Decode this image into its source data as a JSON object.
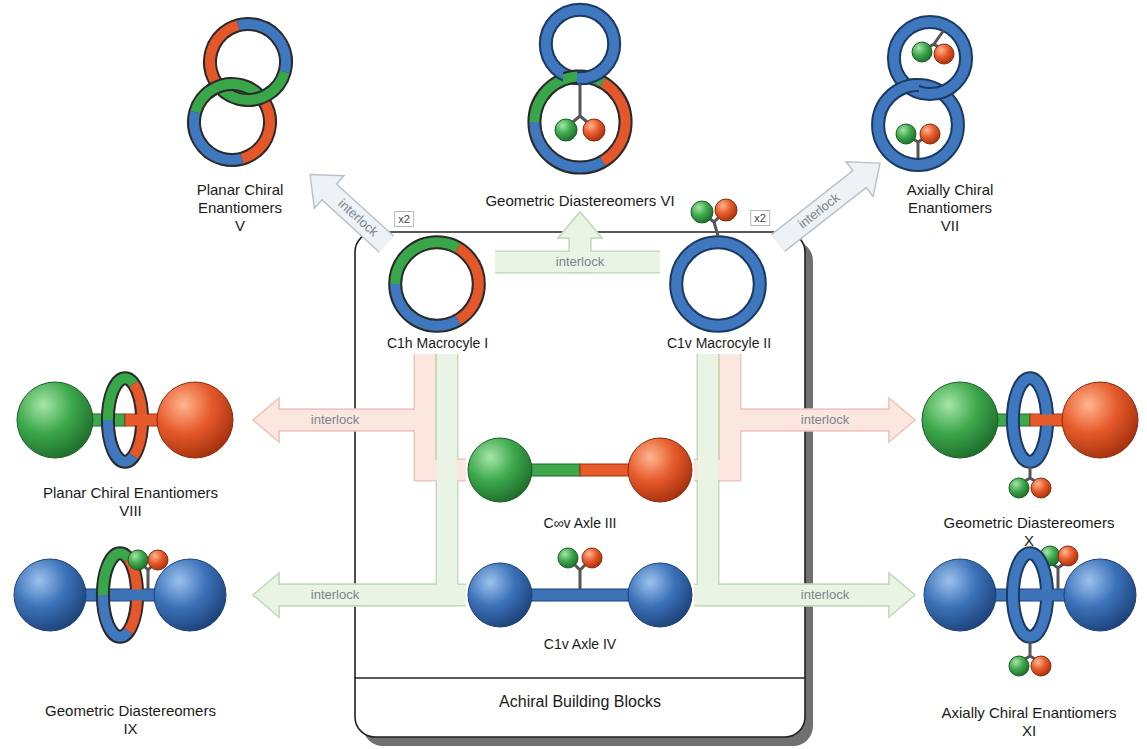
{
  "diagram": {
    "nodes": [
      {
        "text": [
          "Planar Chiral Enantiomers V"
        ]
      },
      {
        "text": [
          "Geometric Diastereomers VI"
        ]
      },
      {
        "text": [
          "Axially Chiral Enantiomers VII"
        ]
      },
      {
        "text": [
          "Achiral Building Blocks"
        ]
      },
      {
        "text": [
          "C1h Macrocyle I"
        ],
        "in": 3
      },
      {
        "text": [
          "C1v Macrocyle II"
        ],
        "in": 3
      },
      {
        "text": [
          "C∞v Axle III"
        ],
        "in": 3
      },
      {
        "text": [
          "C1v Axle IV"
        ],
        "in": 3
      },
      {
        "text": [
          "Planar Chiral Enantiomers VIII"
        ]
      },
      {
        "text": [
          "Geometric Diastereomers IX"
        ]
      },
      {
        "text": [
          "Geometric Diastereomers X"
        ]
      },
      {
        "text": [
          "Axially Chiral Enantiomers XI"
        ]
      }
    ],
    "edges": [
      {
        "from": 4,
        "to": 0,
        "arrow": "to",
        "label": "interlock"
      },
      {
        "from": 4,
        "to": 1,
        "arrow": "to",
        "label": "interlock"
      },
      {
        "from": 5,
        "to": 1,
        "arrow": "to"
      },
      {
        "from": 5,
        "to": 2,
        "arrow": "to",
        "label": "interlock"
      },
      {
        "from": 4,
        "to": 8,
        "arrow": "to",
        "label": "interlock"
      },
      {
        "from": 6,
        "to": 8,
        "arrow": "to"
      },
      {
        "from": 4,
        "to": 9,
        "arrow": "to",
        "label": "interlock"
      },
      {
        "from": 7,
        "to": 9,
        "arrow": "to"
      },
      {
        "from": 5,
        "to": 10,
        "arrow": "to",
        "label": "interlock"
      },
      {
        "from": 6,
        "to": 10,
        "arrow": "to"
      },
      {
        "from": 5,
        "to": 11,
        "arrow": "to",
        "label": "interlock"
      },
      {
        "from": 7,
        "to": 11,
        "arrow": "to"
      }
    ],
    "labels": [
      "x2",
      "x2"
    ]
  }
}
